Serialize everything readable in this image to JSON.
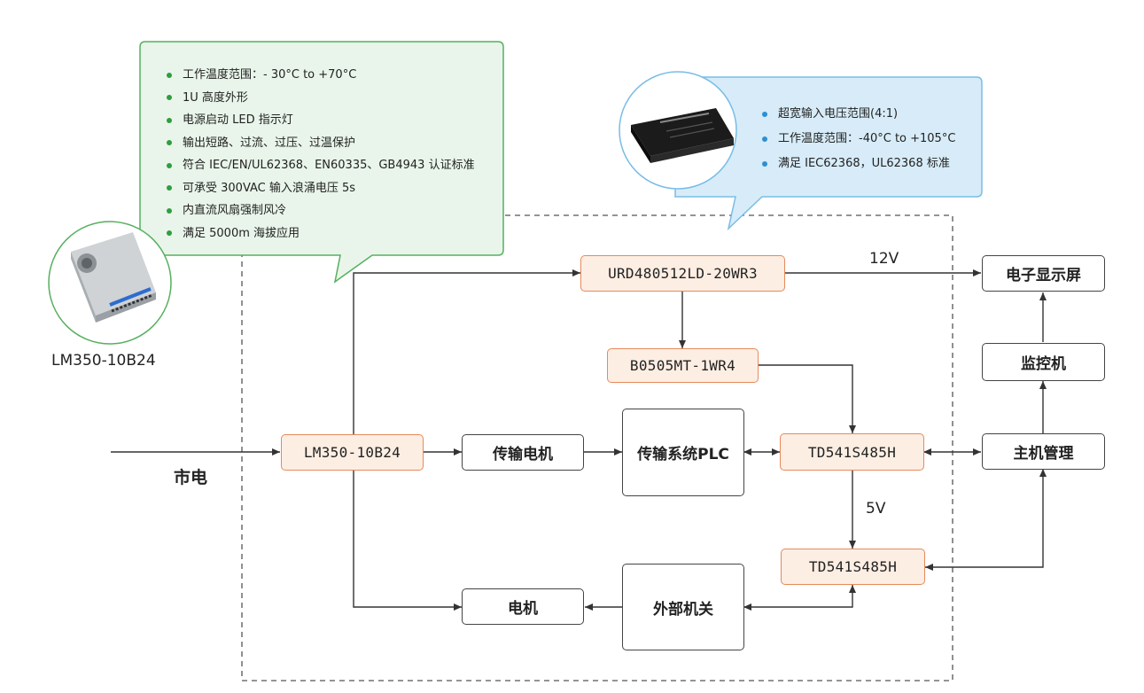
{
  "mains_label": "市电",
  "green_callout": {
    "items": [
      "工作温度范围：- 30°C to +70°C",
      "1U 高度外形",
      "电源启动 LED 指示灯",
      "输出短路、过流、过压、过温保护",
      "符合 IEC/EN/UL62368、EN60335、GB4943 认证标准",
      "可承受 300VAC 输入浪涌电压 5s",
      "内直流风扇强制风冷",
      "满足 5000m 海拔应用"
    ]
  },
  "blue_callout": {
    "items": [
      "超宽输入电压范围(4:1)",
      "工作温度范围：-40°C to +105°C",
      "满足 IEC62368，UL62368 标准"
    ]
  },
  "psu_caption": "LM350-10B24",
  "blocks": {
    "urd": "URD480512LD-20WR3",
    "b0505": "B0505MT-1WR4",
    "lm350": "LM350-10B24",
    "motor_trans": "传输电机",
    "plc": "传输系统PLC",
    "td1": "TD541S485H",
    "td2": "TD541S485H",
    "motor": "电机",
    "ext_switch": "外部机关",
    "screen": "电子显示屏",
    "monitor": "监控机",
    "host": "主机管理"
  },
  "voltage_labels": {
    "v12": "12V",
    "v5": "5V"
  },
  "colors": {
    "green_fill": "#e9f5ea",
    "green_border": "#56b05f",
    "blue_fill": "#d7ecf8",
    "blue_border": "#79bde6",
    "orange_fill": "#fdeee3",
    "orange_border": "#e58a5b"
  }
}
